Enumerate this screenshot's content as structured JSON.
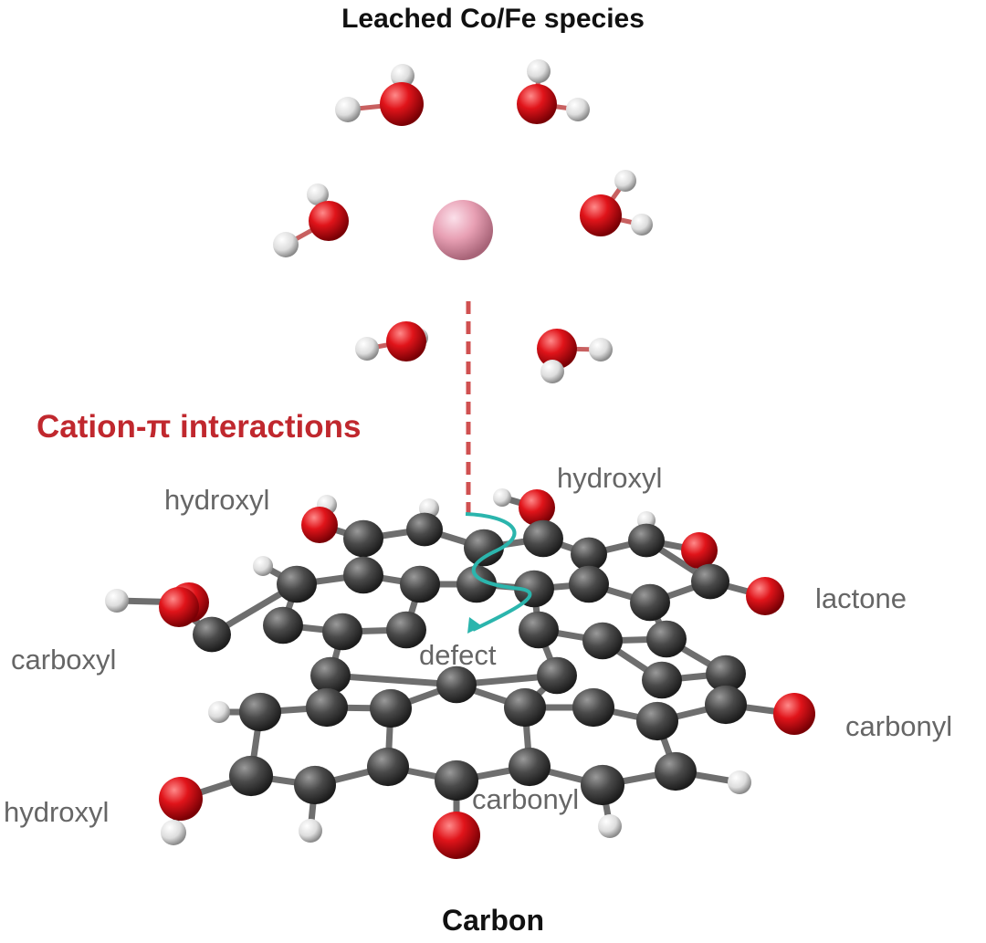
{
  "titles": {
    "top": "Leached Co/Fe species",
    "bottom": "Carbon"
  },
  "interaction_label": "Cation-π interactions",
  "labels": {
    "hydroxyl_top_left": "hydroxyl",
    "hydroxyl_top_right": "hydroxyl",
    "lactone": "lactone",
    "carboxyl": "carboxyl",
    "defect": "defect",
    "carbonyl_right": "carbonyl",
    "hydroxyl_bottom_left": "hydroxyl",
    "carbonyl_bottom": "carbonyl"
  },
  "colors": {
    "oxygen": "#e0141a",
    "hydrogen": "#eeeeee",
    "carbon": "#4a4a4a",
    "cation": "#e8a0b4",
    "interaction_line": "#d05050",
    "defect_curve": "#2bb5ad",
    "label_gray": "#666666",
    "label_red": "#c0282e"
  }
}
